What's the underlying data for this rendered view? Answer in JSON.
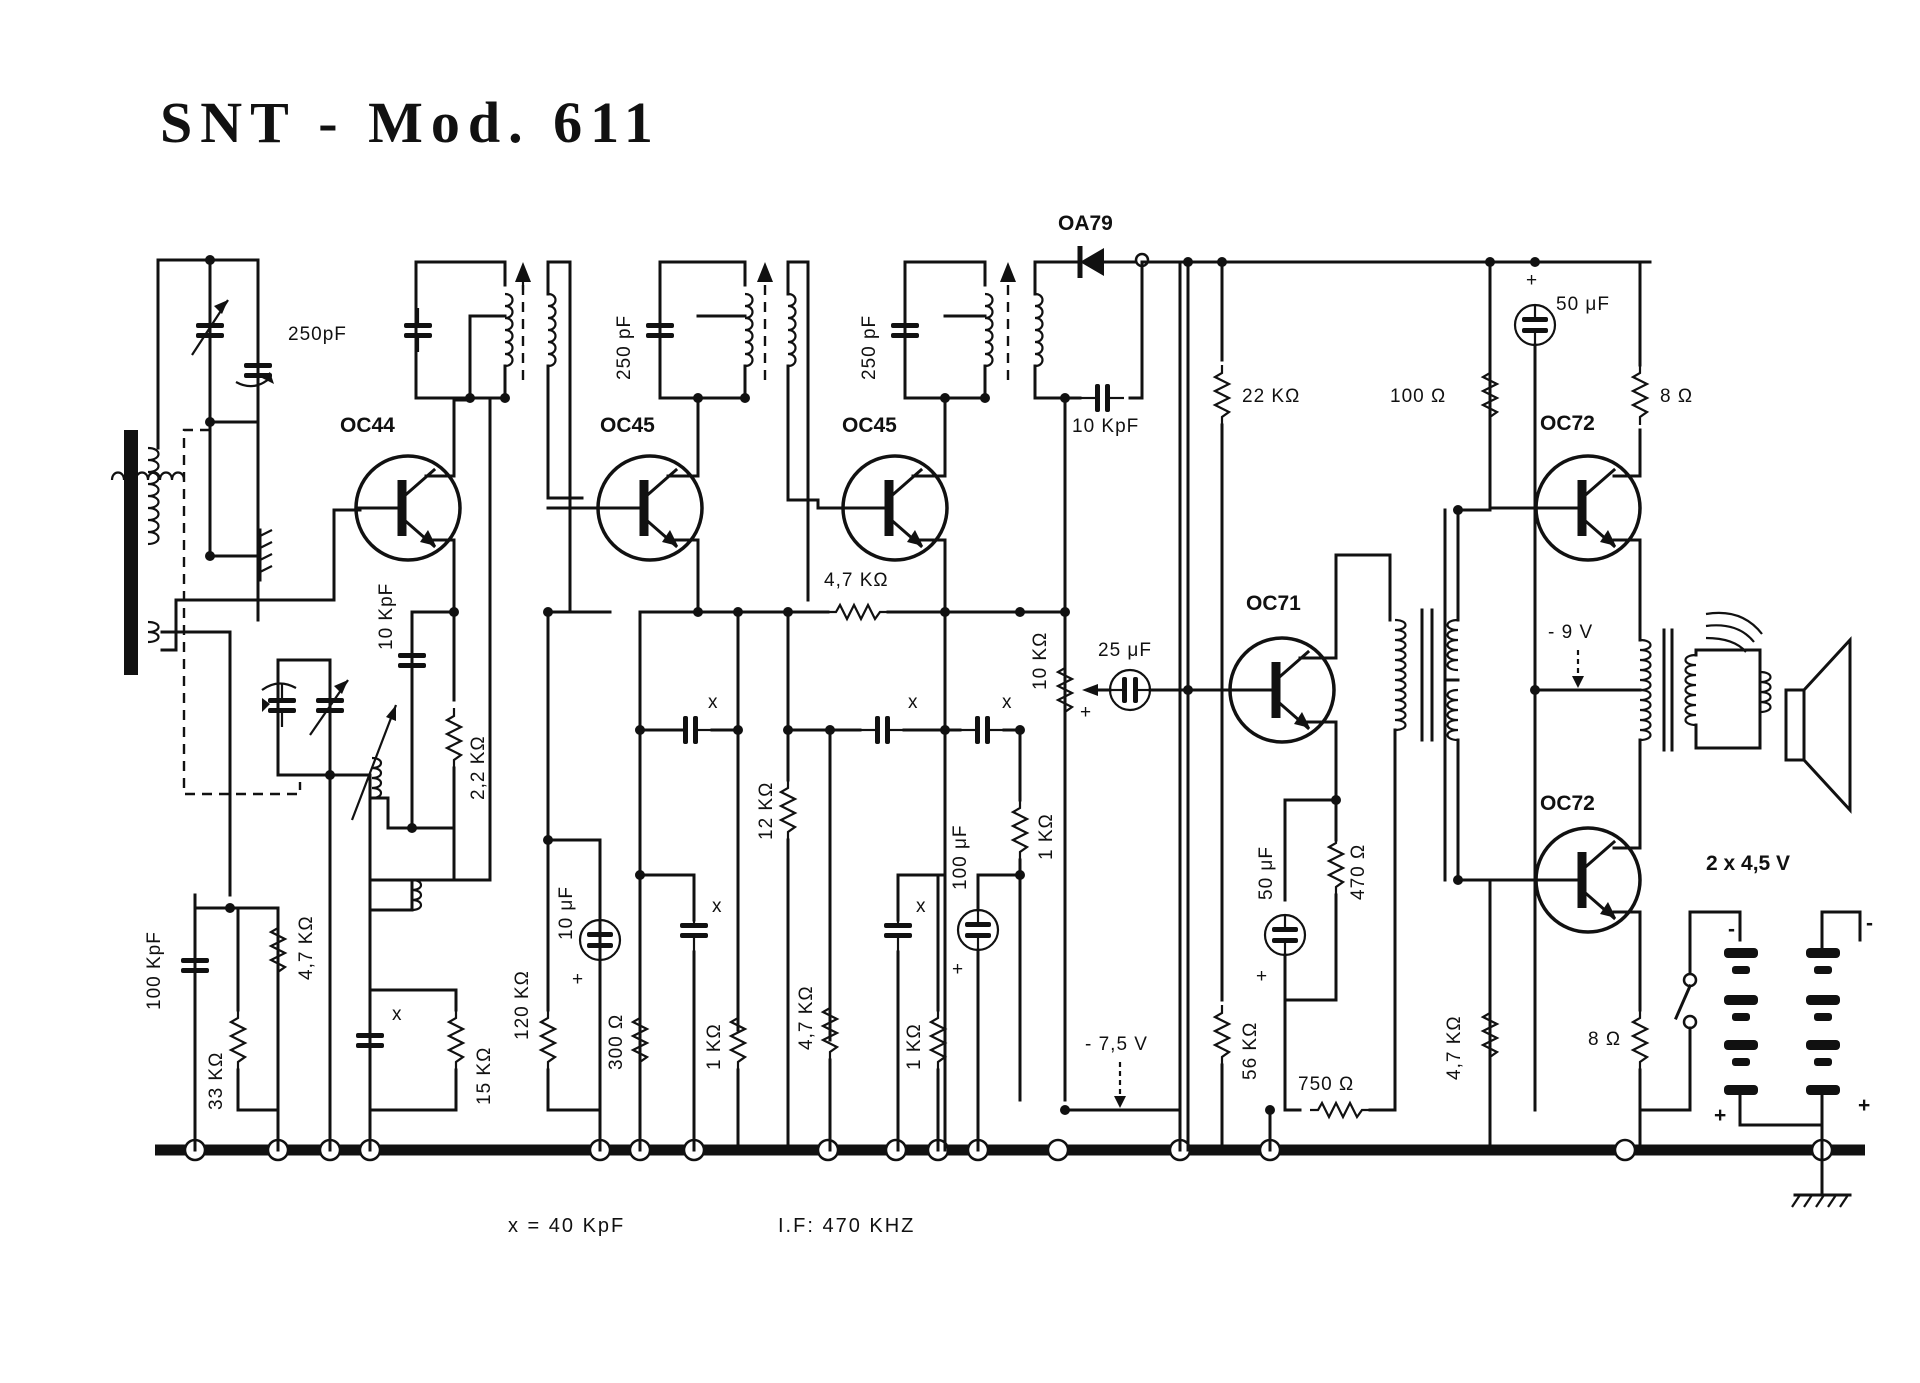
{
  "title": "SNT - Mod. 611",
  "transistors": {
    "t1": "OC44",
    "t2": "OC45",
    "t3": "OC45",
    "t4": "OC71",
    "t5": "OC72",
    "t6": "OC72"
  },
  "diode": "OA79",
  "labels": {
    "c_250pf_1": "250pF",
    "c_250pf_2": "250 pF",
    "c_250pf_3": "250 pF",
    "c_10kpf_top": "10 KpF",
    "c_10kpf_mid": "10 KpF",
    "r_22k_bias": "2,2 KΩ",
    "r_47k_if": "4,7 KΩ",
    "c_25uf": "25 μF",
    "r_10k_pot": "10 KΩ",
    "r_22k": "22 KΩ",
    "r_100": "100 Ω",
    "c_50uf_top": "50 μF",
    "r_8_top": "8 Ω",
    "neg9v": "- 9 V",
    "r_12k": "12 KΩ",
    "c_100kpf": "100 KpF",
    "r_47k_left": "4,7 KΩ",
    "r_33k": "33 KΩ",
    "r_15k": "15 KΩ",
    "c_10uf": "10 μF",
    "r_120k": "120 KΩ",
    "r_300": "300 Ω",
    "r_1k_a": "1 KΩ",
    "r_47k_b": "4,7 KΩ",
    "r_1k_b": "1 KΩ",
    "c_100uf": "100 μF",
    "r_1k_c": "1 KΩ",
    "neg75v": "- 7,5 V",
    "r_56k": "56 KΩ",
    "c_50uf_mid": "50 μF",
    "r_470": "470 Ω",
    "r_750": "750 Ω",
    "r_47k_right": "4,7 KΩ",
    "r_8_bot": "8 Ω",
    "battery": "2 x 4,5 V",
    "x_mark": "x",
    "plus": "+",
    "minus": "-"
  },
  "footer": {
    "x_note": "x = 40 KpF",
    "if_note": "I.F: 470 KHZ"
  }
}
